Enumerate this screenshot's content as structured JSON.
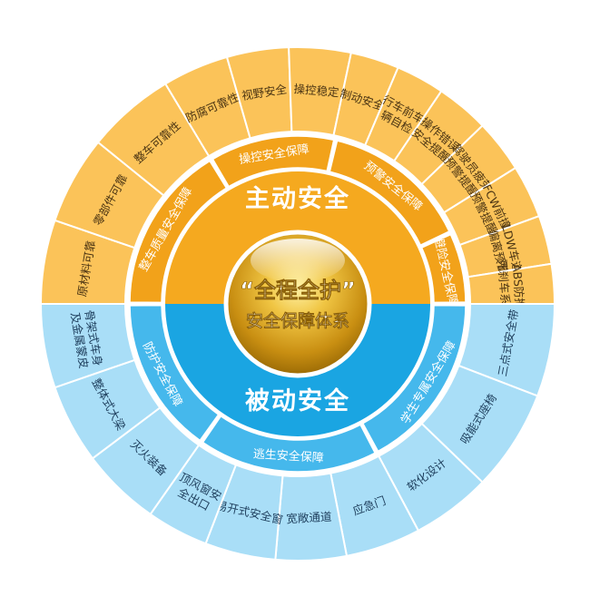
{
  "center": {
    "line1": "“全程全护”",
    "line2": "安全保障体系"
  },
  "active": {
    "title": "主动安全",
    "groups": [
      {
        "label": "整车质量安全保障",
        "items": [
          "原材料可靠",
          "零部件可靠",
          "整车可靠性",
          "防腐可靠性"
        ]
      },
      {
        "label": "操控安全保障",
        "items": [
          "视野安全",
          "操控稳定",
          "制动安全"
        ]
      },
      {
        "label": "预警安全保障",
        "items": [
          "行车前车辆自检",
          "操作错误安全提醒",
          "驾驶员疲劳预警提醒",
          "FCW前撞预警提醒",
          "LDW车道偏离预警"
        ]
      },
      {
        "label": "避险安全保障",
        "items": [
          "ABS防抱死刹车系统"
        ]
      }
    ]
  },
  "passive": {
    "title": "被动安全",
    "groups": [
      {
        "label": "学生专属安全保障",
        "items": [
          "三点式安全带",
          "吸能式座椅",
          "软化设计"
        ]
      },
      {
        "label": "逃生安全保障",
        "items": [
          "应急门",
          "宽敞通道",
          "易开式安全窗",
          "顶风窗安全出口"
        ]
      },
      {
        "label": "防护安全保障",
        "items": [
          "灭火装备",
          "整体式大梁",
          "骨架式车身及金属蒙皮"
        ]
      }
    ]
  },
  "colors": {
    "outer_top": "#FBC359",
    "outer_bottom": "#A9DEF7",
    "mid_top": "#F5A91F",
    "mid_bottom": "#1AA5E2",
    "band_top": "#F2A21A",
    "band_bottom": "#45B8EC",
    "text_outer": "#4A3413",
    "text_outer_blue": "#1E3E5C",
    "center_gold": "#E3B330"
  },
  "icons": [
    "glossy-gold-sphere-icon"
  ]
}
